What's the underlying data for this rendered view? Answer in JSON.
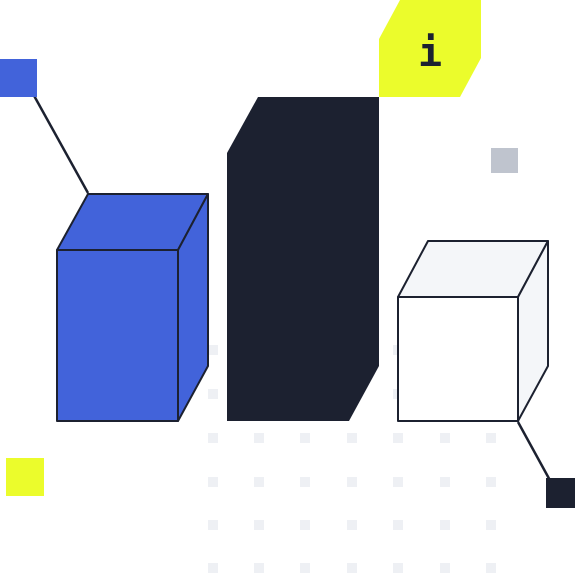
{
  "badge": {
    "glyph": "i",
    "icon": "info-icon"
  },
  "colors": {
    "blue": "#4263DA",
    "dark": "#1C2130",
    "yellow": "#EBFC2C",
    "light_cube": "#F4F6F9",
    "gray_square": "#BFC4CE",
    "dots": "#EEF0F4",
    "stroke": "#1C2130",
    "background": "#FFFFFF"
  },
  "shapes": {
    "blue_cube": "cube",
    "dark_prism": "hexagonal-prism",
    "light_cube": "cube",
    "info_badge": "hexagon"
  }
}
